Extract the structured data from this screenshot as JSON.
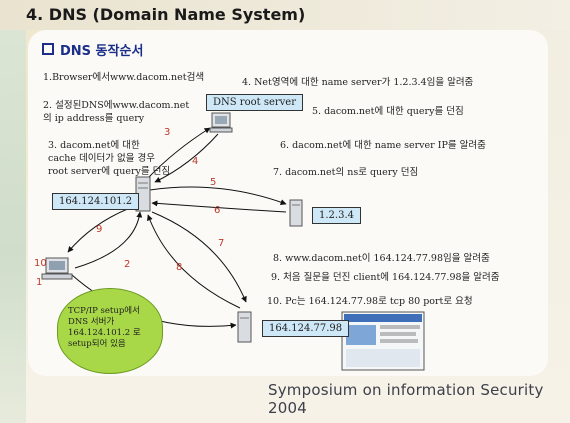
{
  "header": {
    "title": "4. DNS (Domain Name System)"
  },
  "section": {
    "title": "DNS 동작순서"
  },
  "steps": {
    "s1": "1.Browser에서www.dacom.net검색",
    "s2a": "2. 설정된DNS에www.dacom.net",
    "s2b": "의 ip address를 query",
    "s3a": "3. dacom.net에 대한",
    "s3b": "cache 데이터가 없을 경우",
    "s3c": "root server에 query를 던짐",
    "s4": "4. Net영역에 대한 name server가 1.2.3.4임을 알려줌",
    "s5": "5. dacom.net에 대한 query를 던짐",
    "s6": "6. dacom.net에 대한 name server IP를 알려줌",
    "s7": "7. dacom.net의 ns로 query 던짐",
    "s8": "8. www.dacom.net이 164.124.77.98임을 알려줌",
    "s9": "9. 처음 질문을 던진 client에 164.124.77.98을 알려줌",
    "s10": "10. Pc는 164.124.77.98로 tcp 80 port로 요청"
  },
  "nodes": {
    "root_server": "DNS root server",
    "local_dns": "164.124.101.2",
    "ns_1234": "1.2.3.4",
    "web_server": "164.124.77.98"
  },
  "arrow_numbers": [
    "3",
    "4",
    "5",
    "6",
    "7",
    "8",
    "9",
    "2",
    "10",
    "1"
  ],
  "bubble": {
    "line1": "TCP/IP setup에서",
    "line2": "DNS 서버가",
    "line3": "164.124.101.2 로",
    "line4": "setup되어 있음"
  },
  "footer": "Symposium on information Security 2004",
  "colors": {
    "title_blue": "#1b2f8a",
    "node_fill": "#cfe8f7",
    "bubble_green": "#a8d848",
    "arrow_number_red": "#c0392b"
  }
}
